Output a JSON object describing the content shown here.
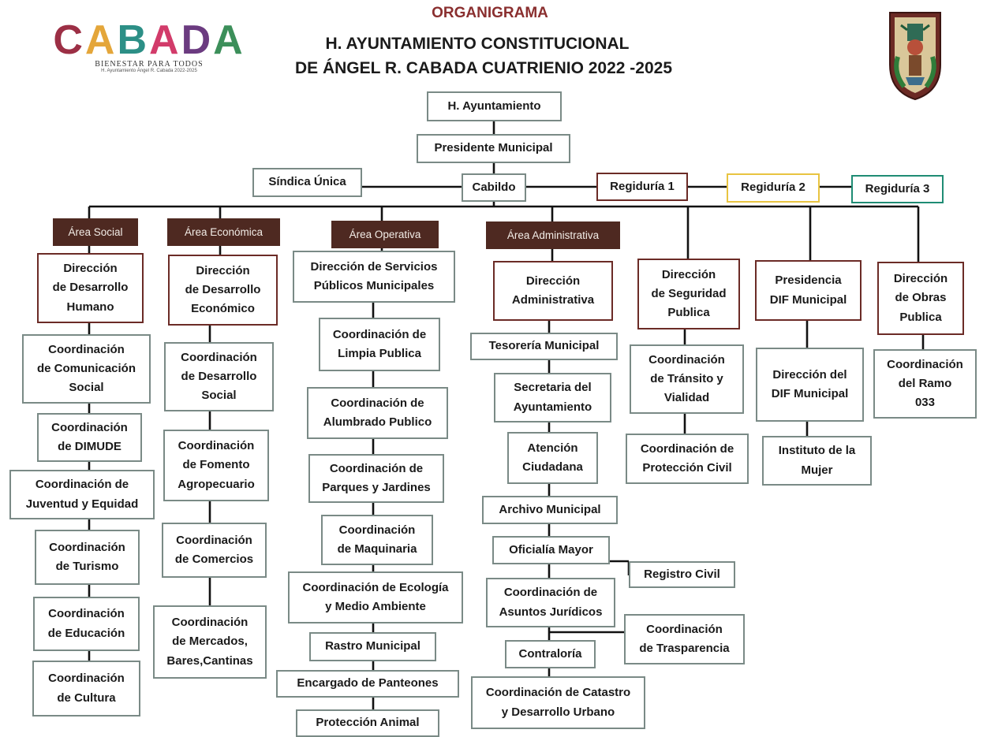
{
  "header": {
    "org_label": "ORGANIGRAMA",
    "title_line1": "H. AYUNTAMIENTO CONSTITUCIONAL",
    "title_line2": "DE ÁNGEL R. CABADA CUATRIENIO 2022 -2025"
  },
  "logo": {
    "text": "CABADA",
    "tagline": "Bienestar Para Todos",
    "small": "H. Ayuntamiento Ángel R. Cabada 2022-2025",
    "letter_colors": [
      "#9c2f45",
      "#e4a63a",
      "#2c8f86",
      "#d23b6a",
      "#6b3b80",
      "#3c8f5a"
    ]
  },
  "crest": {
    "icon": "municipal-crest-icon"
  },
  "colors": {
    "area_bg": "#4e2921",
    "brown": "#6b2b26",
    "yellow": "#e8c441",
    "green": "#1f8c74"
  },
  "top": {
    "ayuntamiento": "H. Ayuntamiento",
    "presidente": "Presidente Municipal",
    "sindica": "Síndica Única",
    "cabildo": "Cabildo",
    "regiduria1": "Regiduría 1",
    "regiduria2": "Regiduría 2",
    "regiduria3": "Regiduría 3"
  },
  "areas": {
    "social": "Área Social",
    "economica": "Área Económica",
    "operativa": "Área Operativa",
    "administrativa": "Área Administrativa"
  },
  "social": {
    "head": "Dirección\nde Desarrollo\nHumano",
    "items": [
      "Coordinación\nde Comunicación\nSocial",
      "Coordinación\nde DIMUDE",
      "Coordinación de\nJuventud y Equidad",
      "Coordinación\nde Turismo",
      "Coordinación\nde Educación",
      "Coordinación\nde Cultura"
    ]
  },
  "economica": {
    "head": "Dirección\nde Desarrollo\nEconómico",
    "items": [
      "Coordinación\nde Desarrollo\nSocial",
      "Coordinación\nde Fomento\nAgropecuario",
      "Coordinación\nde Comercios",
      "Coordinación\nde Mercados,\nBares,Cantinas"
    ]
  },
  "operativa": {
    "head": "Dirección de Servicios\nPúblicos Municipales",
    "items": [
      "Coordinación de\nLimpia Publica",
      "Coordinación de\nAlumbrado Publico",
      "Coordinación de\nParques y Jardines",
      "Coordinación\nde Maquinaria",
      "Coordinación de Ecología\ny Medio Ambiente",
      "Rastro Municipal",
      "Encargado de Panteones",
      "Protección Animal"
    ]
  },
  "administrativa": {
    "head": "Dirección\nAdministrativa",
    "items": [
      "Tesorería Municipal",
      "Secretaria del\nAyuntamiento",
      "Atención\nCiudadana",
      "Archivo Municipal",
      "Oficialía Mayor",
      "Coordinación de\nAsuntos Jurídicos",
      "Contraloría",
      "Coordinación de Catastro\ny Desarrollo Urbano"
    ],
    "side": {
      "registro": "Registro Civil",
      "transparencia": "Coordinación\nde Trasparencia"
    }
  },
  "seguridad": {
    "head": "Dirección\nde Seguridad\nPublica",
    "items": [
      "Coordinación\nde Tránsito y\nVialidad",
      "Coordinación de\nProtección Civil"
    ]
  },
  "dif": {
    "head": "Presidencia\nDIF Municipal",
    "items": [
      "Dirección del\nDIF Municipal",
      "Instituto de la\nMujer"
    ]
  },
  "obras": {
    "head": "Dirección\nde Obras\nPublica",
    "items": [
      "Coordinación\ndel Ramo\n033"
    ]
  }
}
